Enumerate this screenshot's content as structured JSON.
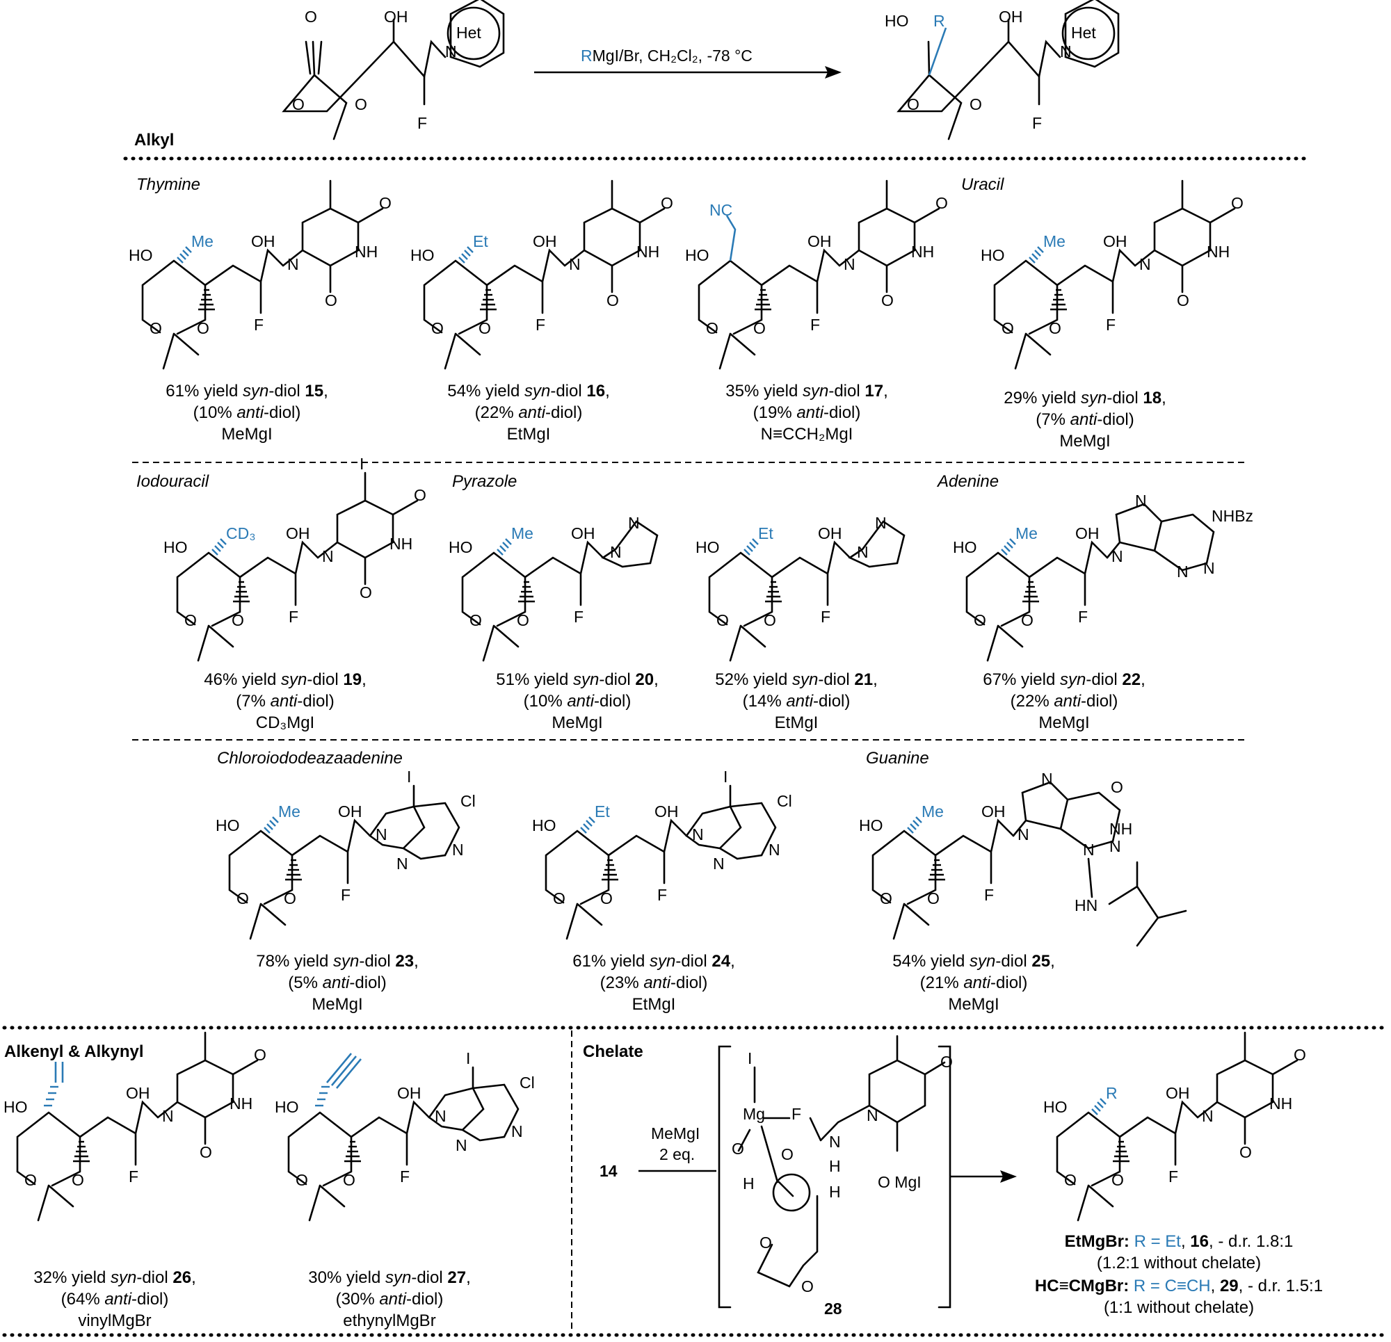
{
  "header": {
    "reagent_prefix": "R",
    "reagent_text": "MgI/Br, CH₂Cl₂, -78 °C",
    "het_label": "Het",
    "section_alkyl": "Alkyl",
    "section_alkenyl": "Alkenyl & Alkynyl",
    "section_chelate": "Chelate"
  },
  "atoms": {
    "OH": "OH",
    "HO": "HO",
    "O": "O",
    "F": "F",
    "NH": "NH",
    "N": "N",
    "Cl": "Cl",
    "I": "I",
    "HN": "HN",
    "NHBz": "NHBz",
    "R": "R",
    "Me": "Me",
    "Et": "Et",
    "NC": "NC",
    "CD3": "CD₃",
    "H": "H",
    "Mg": "Mg",
    "OMgI": "O  MgI"
  },
  "groups": {
    "thymine": "Thymine",
    "uracil": "Uracil",
    "iodouracil": "Iodouracil",
    "pyrazole": "Pyrazole",
    "adenine": "Adenine",
    "chloro": "Chloroiododeazaadenine",
    "guanine": "Guanine"
  },
  "compounds": [
    {
      "l1": "61% yield ",
      "syn": "syn",
      "mid": "-diol ",
      "num": "15",
      "tail": ",",
      "p2a": "(10% ",
      "anti": "anti",
      "p2b": "-diol)",
      "reagent": "MeMgI"
    },
    {
      "l1": "54% yield ",
      "syn": "syn",
      "mid": "-diol ",
      "num": "16",
      "tail": ",",
      "p2a": "(22% ",
      "anti": "anti",
      "p2b": "-diol)",
      "reagent": "EtMgI"
    },
    {
      "l1": "35% yield ",
      "syn": "syn",
      "mid": "-diol ",
      "num": "17",
      "tail": ",",
      "p2a": "(19% ",
      "anti": "anti",
      "p2b": "-diol)",
      "reagent": "N≡CCH₂MgI"
    },
    {
      "l1": "29% yield ",
      "syn": "syn",
      "mid": "-diol ",
      "num": "18",
      "tail": ",",
      "p2a": "(7% ",
      "anti": "anti",
      "p2b": "-diol)",
      "reagent": "MeMgI"
    },
    {
      "l1": "46% yield ",
      "syn": "syn",
      "mid": "-diol ",
      "num": "19",
      "tail": ",",
      "p2a": "(7% ",
      "anti": "anti",
      "p2b": "-diol)",
      "reagent": "CD₃MgI"
    },
    {
      "l1": "51% yield ",
      "syn": "syn",
      "mid": "-diol ",
      "num": "20",
      "tail": ",",
      "p2a": "(10% ",
      "anti": "anti",
      "p2b": "-diol)",
      "reagent": "MeMgI"
    },
    {
      "l1": "52% yield ",
      "syn": "syn",
      "mid": "-diol ",
      "num": "21",
      "tail": ",",
      "p2a": "(14% ",
      "anti": "anti",
      "p2b": "-diol)",
      "reagent": "EtMgI"
    },
    {
      "l1": "67% yield ",
      "syn": "syn",
      "mid": "-diol ",
      "num": "22",
      "tail": ",",
      "p2a": "(22% ",
      "anti": "anti",
      "p2b": "-diol)",
      "reagent": "MeMgI"
    },
    {
      "l1": "78% yield ",
      "syn": "syn",
      "mid": "-diol ",
      "num": "23",
      "tail": ",",
      "p2a": "(5% ",
      "anti": "anti",
      "p2b": "-diol)",
      "reagent": "MeMgI"
    },
    {
      "l1": "61% yield ",
      "syn": "syn",
      "mid": "-diol ",
      "num": "24",
      "tail": ",",
      "p2a": "(23% ",
      "anti": "anti",
      "p2b": "-diol)",
      "reagent": "EtMgI"
    },
    {
      "l1": "54% yield ",
      "syn": "syn",
      "mid": "-diol ",
      "num": "25",
      "tail": ",",
      "p2a": "(21% ",
      "anti": "anti",
      "p2b": "-diol)",
      "reagent": "MeMgI"
    },
    {
      "l1": "32% yield ",
      "syn": "syn",
      "mid": "-diol ",
      "num": "26",
      "tail": ",",
      "p2a": "(64% ",
      "anti": "anti",
      "p2b": "-diol)",
      "reagent": "vinylMgBr"
    },
    {
      "l1": "30% yield ",
      "syn": "syn",
      "mid": "-diol ",
      "num": "27",
      "tail": ",",
      "p2a": "(30% ",
      "anti": "anti",
      "p2b": "-diol)",
      "reagent": "ethynylMgBr"
    }
  ],
  "chelate": {
    "start": "14",
    "reagent_line1": "MeMgI",
    "reagent_line2": "2 eq.",
    "intermediate": "28",
    "res1_label": "EtMgBr:",
    "res1_r": " R = Et",
    "res1_sep": ", ",
    "res1_num": "16",
    "res1_tail": ", - d.r. 1.8:1",
    "res1_note": "(1.2:1 without chelate)",
    "res2_label": "HC≡CMgBr:",
    "res2_r": " R = C≡CH",
    "res2_sep": ", ",
    "res2_num": "29",
    "res2_tail": ", - d.r. 1.5:1",
    "res2_note": "(1:1 without chelate)"
  },
  "colors": {
    "accent": "#2a7ab5"
  }
}
